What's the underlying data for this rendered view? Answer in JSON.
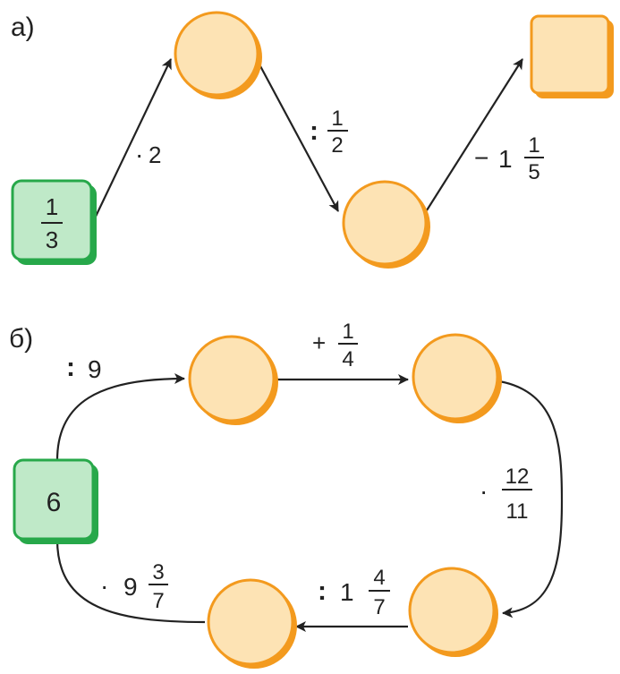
{
  "colors": {
    "node_fill": "#fde3b4",
    "node_stroke": "#f39a1e",
    "start_fill": "#bfe9c8",
    "start_stroke": "#27a84a",
    "arrow": "#222222"
  },
  "part_a": {
    "label": "а)",
    "start": {
      "num": "1",
      "den": "3"
    },
    "ops": {
      "op1": {
        "sign": "·",
        "value": "2"
      },
      "op2": {
        "sign": ":",
        "num": "1",
        "den": "2"
      },
      "op3": {
        "sign": "−",
        "whole": "1",
        "num": "1",
        "den": "5"
      }
    }
  },
  "part_b": {
    "label": "б)",
    "start": {
      "value": "6"
    },
    "ops": {
      "op1": {
        "sign": ":",
        "value": "9"
      },
      "op2": {
        "sign": "+",
        "num": "1",
        "den": "4"
      },
      "op3": {
        "sign": "·",
        "num": "12",
        "den": "11"
      },
      "op4": {
        "sign": ":",
        "whole": "1",
        "num": "4",
        "den": "7"
      },
      "op5": {
        "sign": "·",
        "whole": "9",
        "num": "3",
        "den": "7"
      }
    }
  }
}
